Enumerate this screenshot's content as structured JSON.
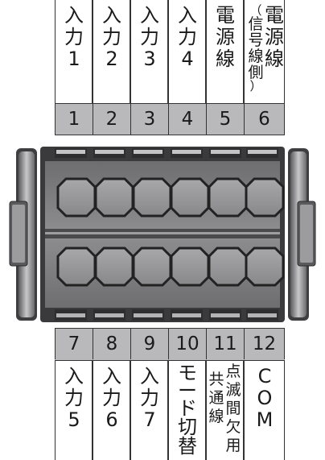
{
  "top_terminals": [
    {
      "number": "1",
      "label_lines": [
        "入",
        "力",
        "1"
      ]
    },
    {
      "number": "2",
      "label_lines": [
        "入",
        "力",
        "2"
      ]
    },
    {
      "number": "3",
      "label_lines": [
        "入",
        "力",
        "3"
      ]
    },
    {
      "number": "4",
      "label_lines": [
        "入",
        "力",
        "4"
      ]
    },
    {
      "number": "5",
      "label_lines": [
        "電",
        "源",
        "線"
      ]
    },
    {
      "number": "6",
      "label_col_a": [
        "電",
        "源",
        "線"
      ],
      "label_col_b": [
        "（",
        "信",
        "号",
        "線",
        "側",
        "）"
      ]
    }
  ],
  "bottom_terminals": [
    {
      "number": "7",
      "label_lines": [
        "入",
        "力",
        "5"
      ]
    },
    {
      "number": "8",
      "label_lines": [
        "入",
        "力",
        "6"
      ]
    },
    {
      "number": "9",
      "label_lines": [
        "入",
        "力",
        "7"
      ]
    },
    {
      "number": "10",
      "label_lines": [
        "モ",
        "ー",
        "ド",
        "切",
        "替"
      ]
    },
    {
      "number": "11",
      "label_col_a": [
        "点",
        "滅",
        "間",
        "欠",
        "用"
      ],
      "label_col_b": [
        "共",
        "通",
        "線"
      ]
    },
    {
      "number": "12",
      "label_lines": [
        "C",
        "O",
        "M"
      ]
    }
  ],
  "colors": {
    "number_strip": "#b9b9bb",
    "block_body": "#8c8c8e",
    "block_dark": "#4a4a4c",
    "screw_face": "#9a9a9c"
  }
}
